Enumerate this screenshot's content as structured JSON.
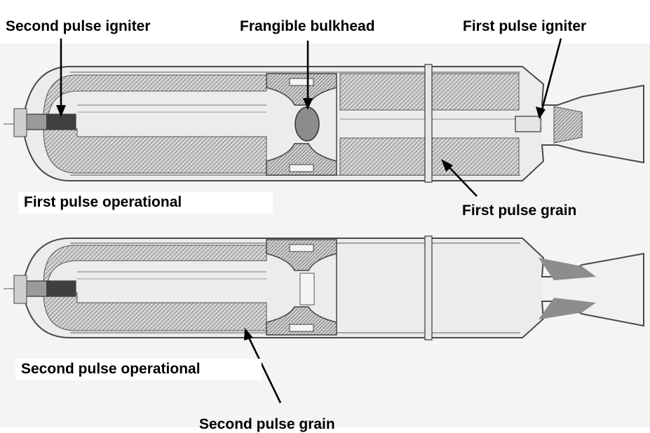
{
  "labels": {
    "second_pulse_igniter": "Second pulse igniter",
    "frangible_bulkhead": "Frangible bulkhead",
    "first_pulse_igniter": "First pulse igniter",
    "first_pulse_operational": "First pulse operational",
    "first_pulse_grain": "First pulse grain",
    "second_pulse_operational": "Second pulse operational",
    "second_pulse_grain": "Second pulse grain"
  },
  "colors": {
    "background": "#ffffff",
    "paper": "#f3f3f1",
    "casing": "#9a9a9a",
    "grain_fill": "#d9d9d9",
    "bulkhead_fill": "#c9c9c9",
    "bulkhead_ellipse": "#8c8c8c",
    "text": "#000000"
  }
}
